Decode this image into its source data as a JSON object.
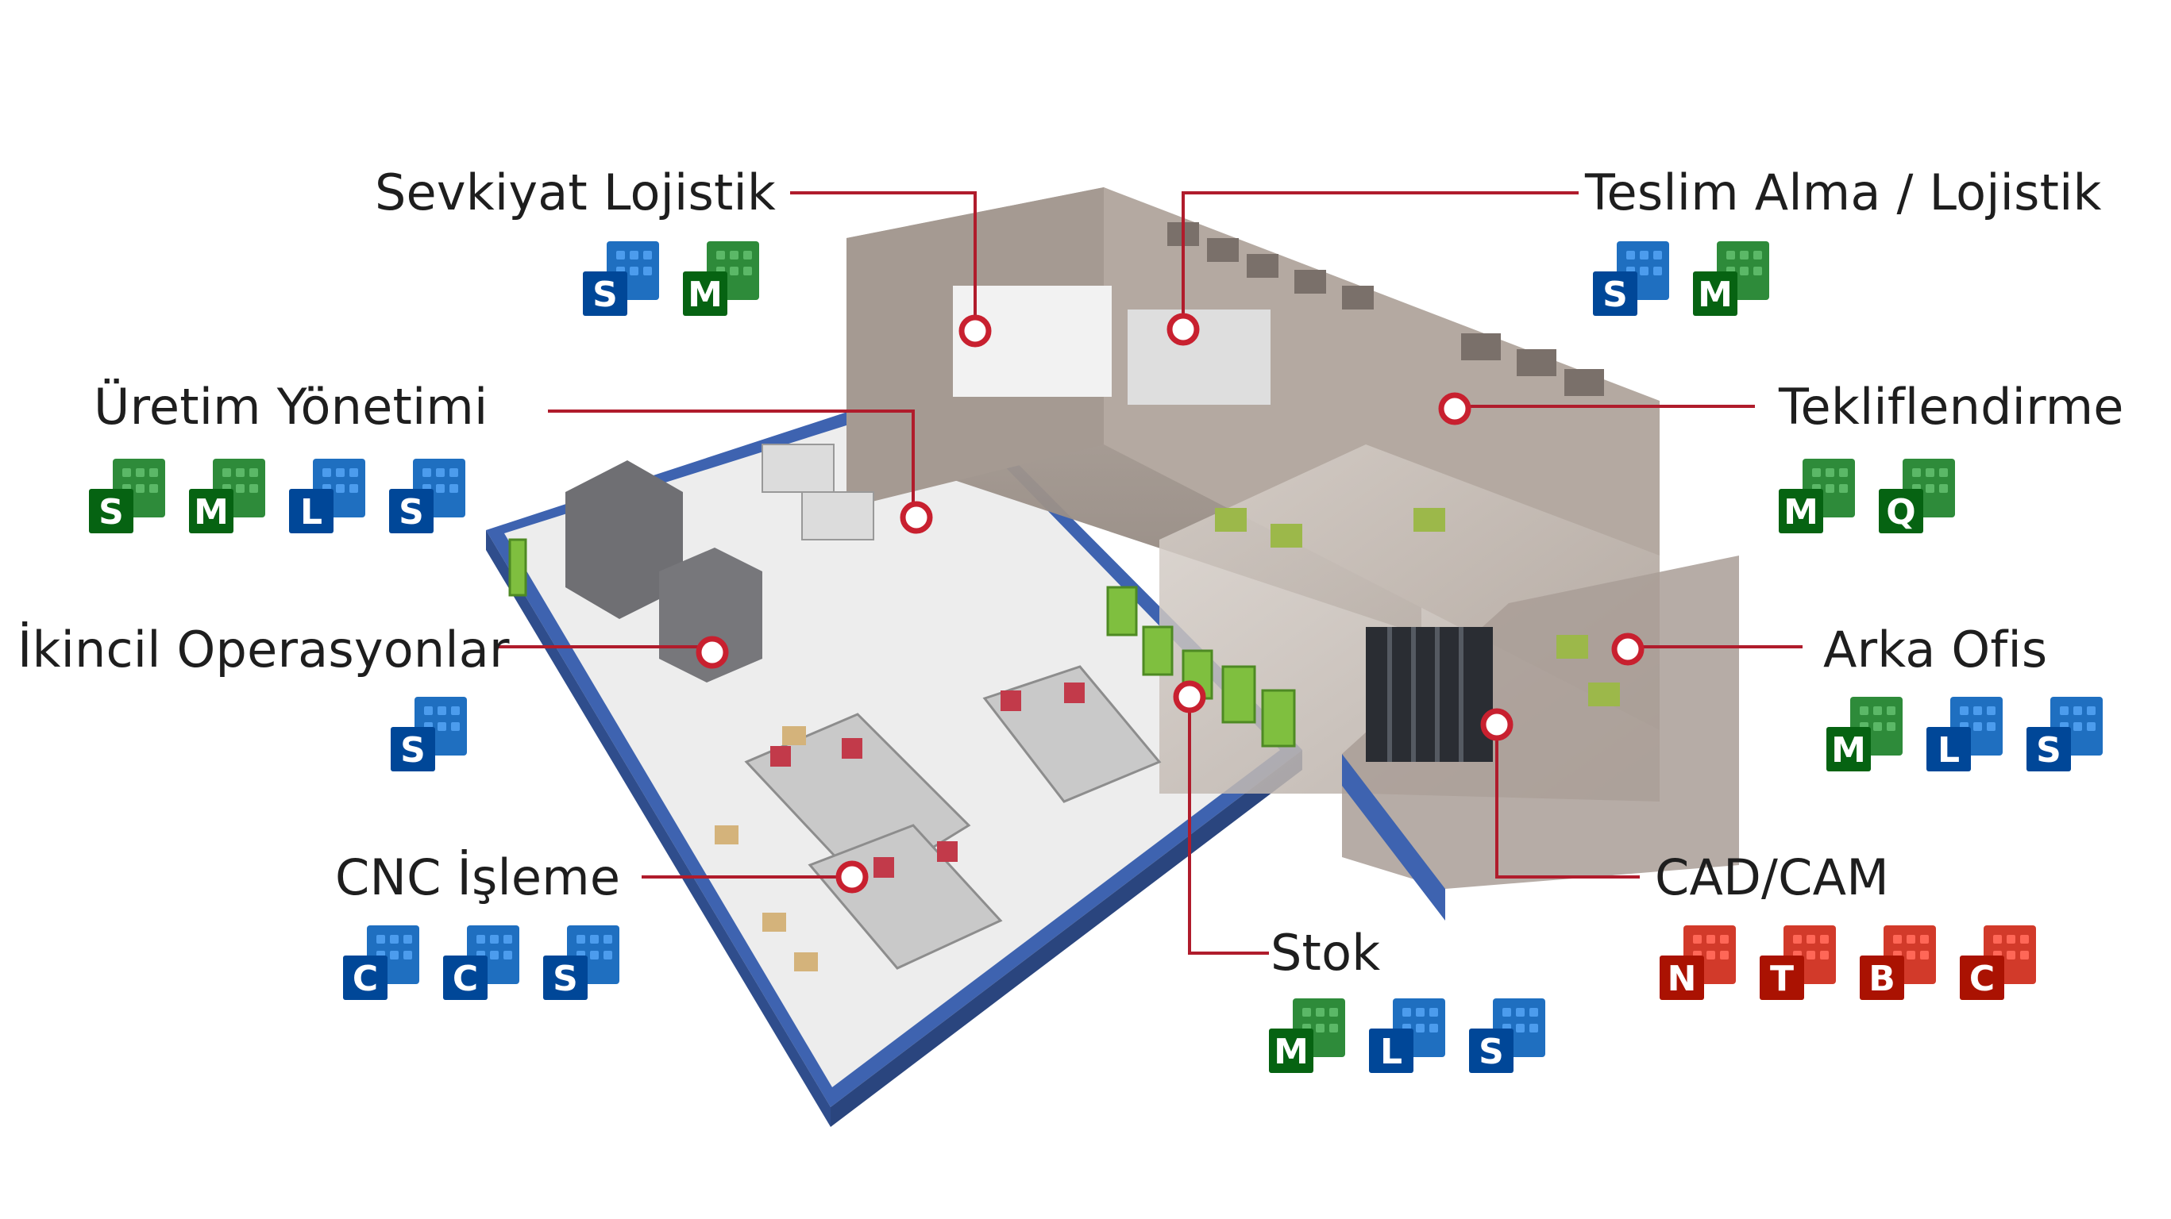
{
  "diagram": {
    "areas": [
      {
        "id": "sevkiyat",
        "label": "Sevkiyat Lojistik",
        "icons": [
          {
            "name": "scheduling-icon",
            "letter": "S",
            "color": "#1f6fc0"
          },
          {
            "name": "manufacturing-icon",
            "letter": "M",
            "color": "#2e8b3a"
          }
        ]
      },
      {
        "id": "teslim",
        "label": "Teslim Alma / Lojistik",
        "icons": [
          {
            "name": "scheduling-icon",
            "letter": "S",
            "color": "#1f6fc0"
          },
          {
            "name": "manufacturing-icon",
            "letter": "M",
            "color": "#2e8b3a"
          }
        ]
      },
      {
        "id": "uretim",
        "label": "Üretim Yönetimi",
        "icons": [
          {
            "name": "shopfloor-icon",
            "letter": "S",
            "color": "#2e8b3a"
          },
          {
            "name": "manufacturing-icon",
            "letter": "M",
            "color": "#2e8b3a"
          },
          {
            "name": "lean-icon",
            "letter": "L",
            "color": "#1f6fc0"
          },
          {
            "name": "scheduling-icon",
            "letter": "S",
            "color": "#1f6fc0"
          }
        ]
      },
      {
        "id": "teklif",
        "label": "Tekliflendirme",
        "icons": [
          {
            "name": "manufacturing-icon",
            "letter": "M",
            "color": "#2e8b3a"
          },
          {
            "name": "quoting-icon",
            "letter": "Q",
            "color": "#2e8b3a"
          }
        ]
      },
      {
        "id": "ikincil",
        "label": "İkincil Operasyonlar",
        "icons": [
          {
            "name": "sql-data-icon",
            "letter": "S",
            "color": "#1f6fc0"
          }
        ]
      },
      {
        "id": "arka",
        "label": "Arka Ofis",
        "icons": [
          {
            "name": "manufacturing-icon",
            "letter": "M",
            "color": "#2e8b3a"
          },
          {
            "name": "lean-icon",
            "letter": "L",
            "color": "#1f6fc0"
          },
          {
            "name": "scheduling-icon",
            "letter": "S",
            "color": "#1f6fc0"
          }
        ]
      },
      {
        "id": "cnc",
        "label": "CNC İşleme",
        "icons": [
          {
            "name": "cut-icon",
            "letter": "C",
            "color": "#1f6fc0"
          },
          {
            "name": "cluster-icon",
            "letter": "C",
            "color": "#1f6fc0"
          },
          {
            "name": "sql-data-icon",
            "letter": "S",
            "color": "#1f6fc0"
          }
        ]
      },
      {
        "id": "cadcam",
        "label": "CAD/CAM",
        "icons": [
          {
            "name": "nesting-icon",
            "letter": "N",
            "color": "#d23a2a"
          },
          {
            "name": "tube-icon",
            "letter": "T",
            "color": "#d23a2a"
          },
          {
            "name": "bend-icon",
            "letter": "B",
            "color": "#d23a2a"
          },
          {
            "name": "cam-icon",
            "letter": "C",
            "color": "#d23a2a"
          }
        ]
      },
      {
        "id": "stok",
        "label": "Stok",
        "icons": [
          {
            "name": "manufacturing-icon",
            "letter": "M",
            "color": "#2e8b3a"
          },
          {
            "name": "lean-icon",
            "letter": "L",
            "color": "#1f6fc0"
          },
          {
            "name": "scheduling-icon",
            "letter": "S",
            "color": "#1f6fc0"
          }
        ]
      }
    ],
    "colors": {
      "connector": "#b01c2c",
      "marker": "#c8202f",
      "wall": "#9a8f87",
      "floor": "#eeeeee",
      "floor_border": "#3e63b0"
    }
  }
}
